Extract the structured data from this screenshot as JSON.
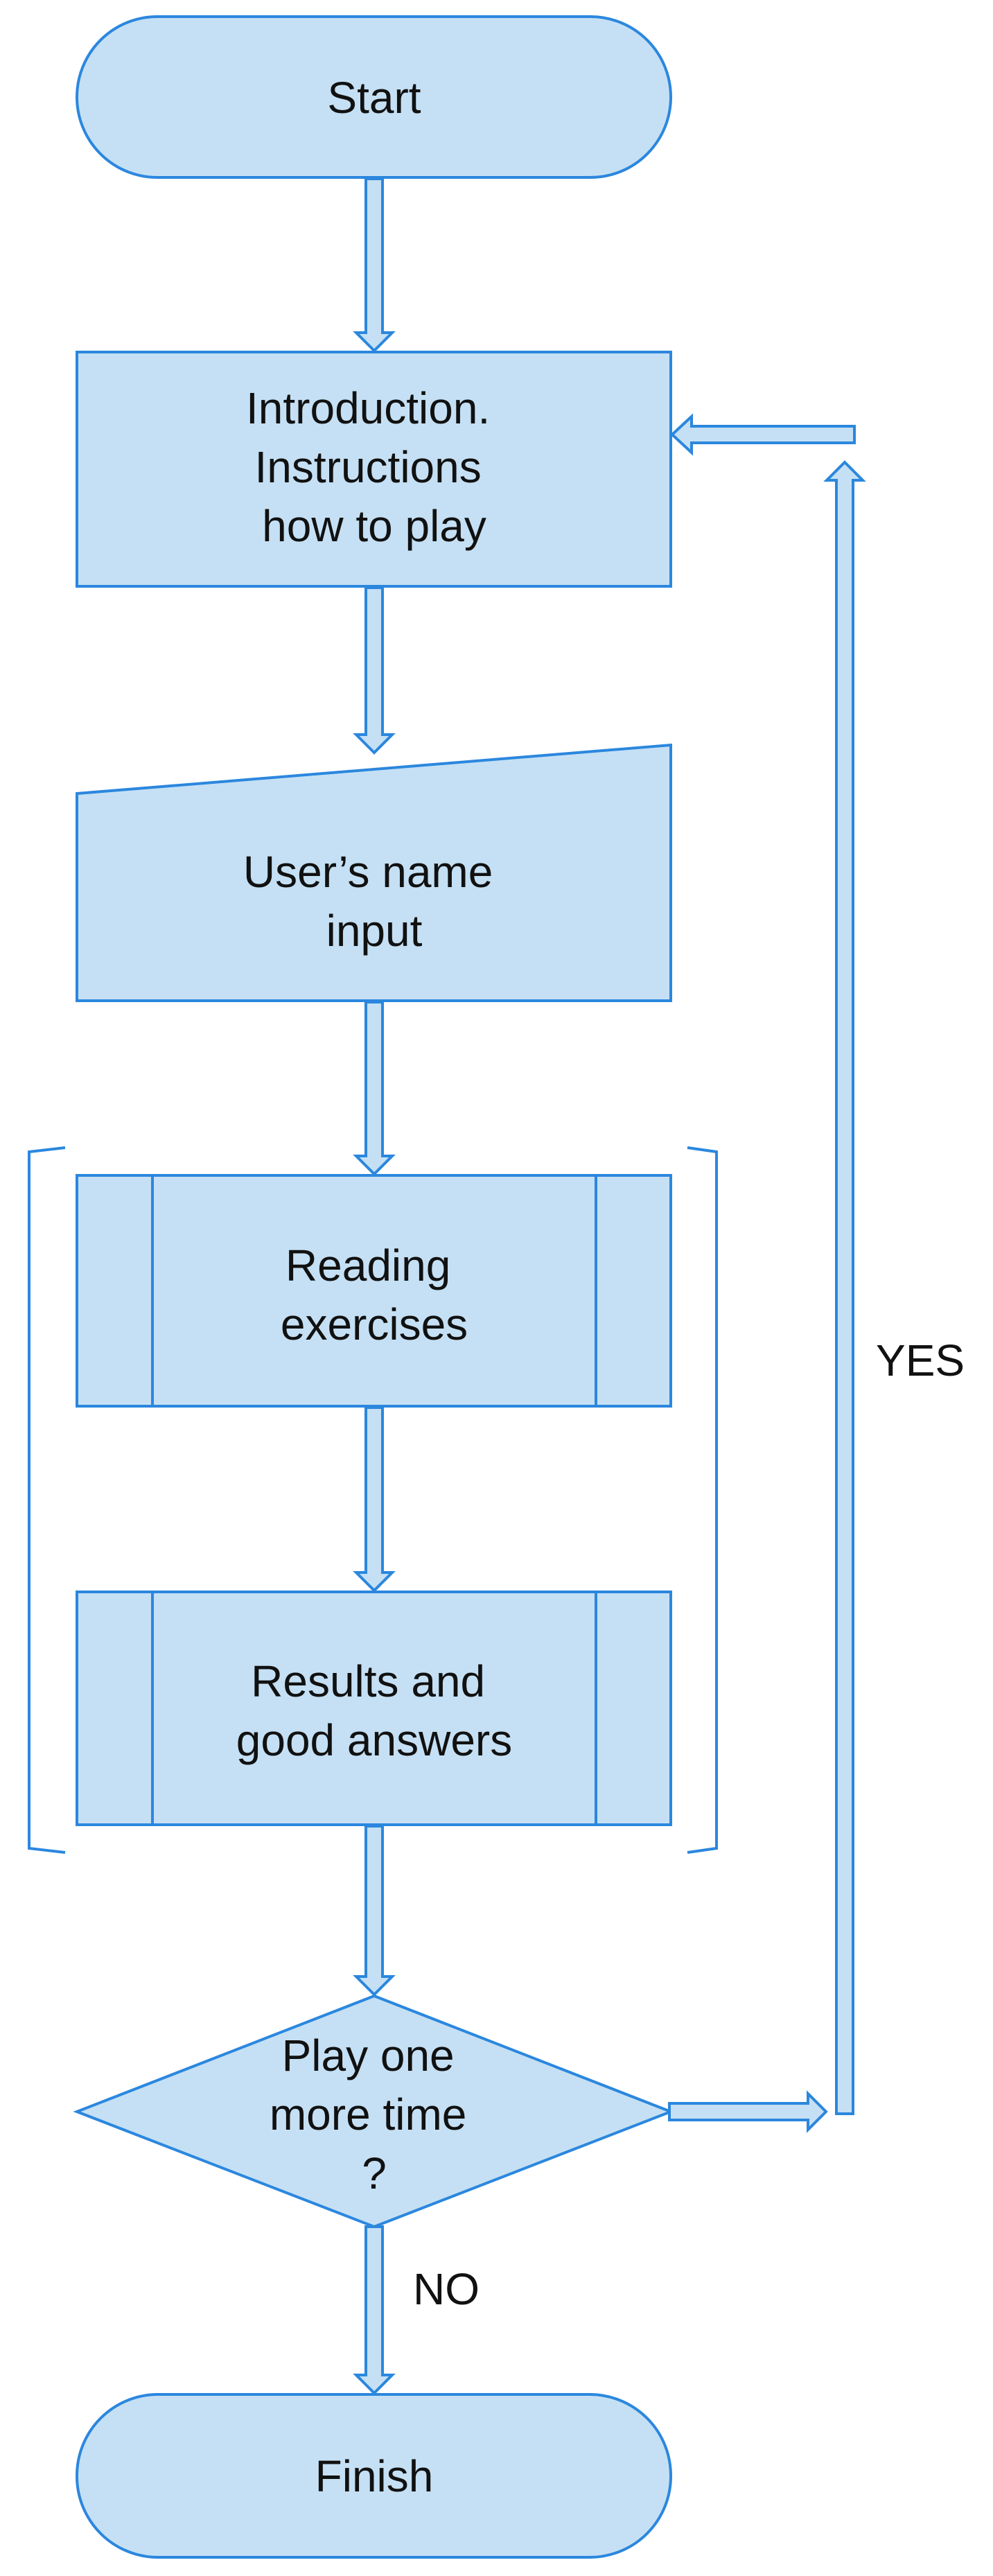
{
  "diagram": {
    "colors": {
      "fill": "#c5e0f4",
      "stroke": "#2b87de",
      "text": "#111111"
    },
    "nodes": {
      "start": {
        "shape": "terminator",
        "lines": [
          "Start"
        ]
      },
      "intro": {
        "shape": "process",
        "lines": [
          "Introduction.",
          "Instructions",
          "how to play"
        ]
      },
      "name_input": {
        "shape": "manual-input",
        "lines": [
          "User’s name",
          "input"
        ]
      },
      "reading": {
        "shape": "predefined-process",
        "lines": [
          "Reading",
          "exercises"
        ]
      },
      "results": {
        "shape": "predefined-process",
        "lines": [
          "Results and",
          "good answers"
        ]
      },
      "decision": {
        "shape": "decision",
        "lines": [
          "Play one",
          "more time",
          "?"
        ]
      },
      "finish": {
        "shape": "terminator",
        "lines": [
          "Finish"
        ]
      }
    },
    "edges": [
      {
        "from": "start",
        "to": "intro",
        "label": ""
      },
      {
        "from": "intro",
        "to": "name_input",
        "label": ""
      },
      {
        "from": "name_input",
        "to": "reading",
        "label": ""
      },
      {
        "from": "reading",
        "to": "results",
        "label": ""
      },
      {
        "from": "results",
        "to": "decision",
        "label": ""
      },
      {
        "from": "decision",
        "to": "finish",
        "label": "NO"
      },
      {
        "from": "decision",
        "to": "intro",
        "label": "YES"
      }
    ]
  }
}
